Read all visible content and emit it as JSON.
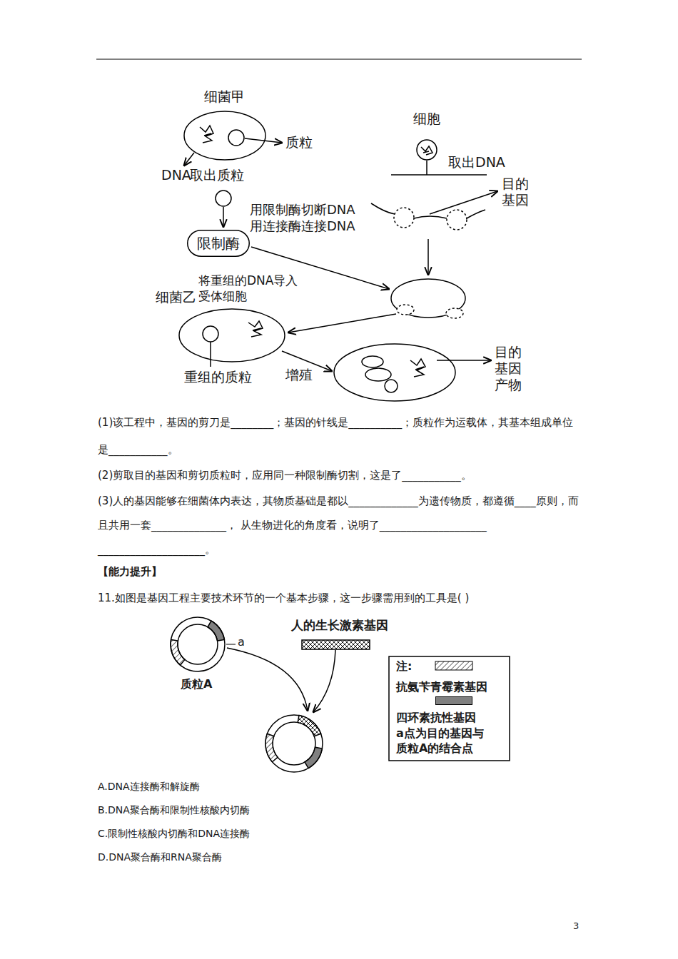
{
  "diagram": {
    "nodes": [
      {
        "text": [
          "细菌甲"
        ]
      },
      {
        "text": [
          "限制酶"
        ]
      },
      {
        "text": [
          "细胞"
        ]
      },
      {
        "text": [
          "细菌乙"
        ]
      },
      {
        "text": [
          "质粒A"
        ]
      }
    ],
    "labels": [
      "质粒",
      "DNA",
      "取出质粒",
      "取出DNA",
      "目的 基因",
      "用限制酶切断DNA 用连接酶连接DNA",
      "将重组的DNA导入 受体细胞",
      "重组的质粒",
      "增殖",
      "目的 基因 产物",
      "(1)该工程中，基因的剪刀是________；基因的针线是__________；质粒作为运载体，其基本组成单位是___________。",
      "(2)剪取目的基因和剪切质粒时，应用同一种限制酶切割，这是了___________。",
      "(3)人的基因能够在细菌体内表达，其物质基础是都以_____________为遗传物质，都遵循____原则，而且共用一套______________， 从生物进化的角度看，说明了____________________ ____________________。",
      "【能力提升】",
      "11.如图是基因工程主要技术环节的一个基本步骤，这一步骤需用到的工具是(    )",
      "人的生长激素基因",
      "a",
      "注:",
      "a点为目的基因与 质粒A的结合点",
      "A.DNA连接酶和解旋酶",
      "B.DNA聚合酶和限制性核酸内切酶",
      "C.限制性核酸内切酶和DNA连接酶",
      "D.DNA聚合酶和RNA聚合酶",
      "3"
    ],
    "legend": [
      {
        "text": "抗氨苄青霉素基因"
      },
      {
        "text": "四环素抗性基因",
        "color": "#808080"
      }
    ]
  }
}
